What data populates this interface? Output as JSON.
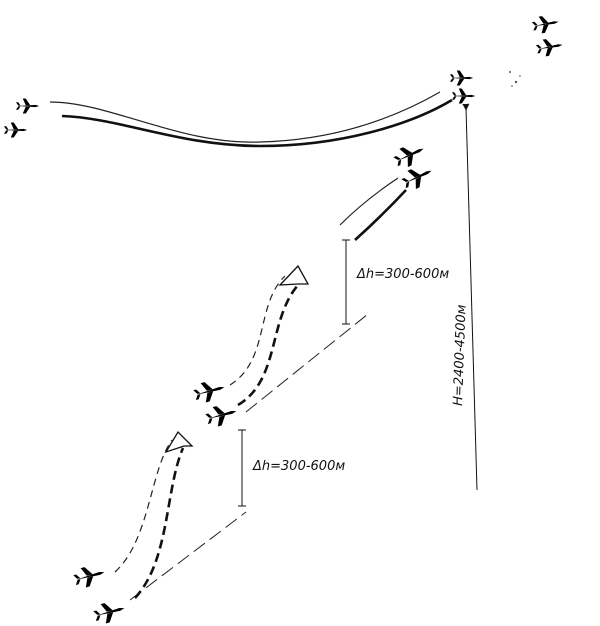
{
  "labels": {
    "delta_h_upper": "Δh=300-600м",
    "delta_h_lower": "Δh=300-600м",
    "total_height": "H=2400-4500м"
  },
  "colors": {
    "ink": "#111111",
    "background": "#ffffff"
  },
  "icons": [
    "aircraft-icon"
  ]
}
